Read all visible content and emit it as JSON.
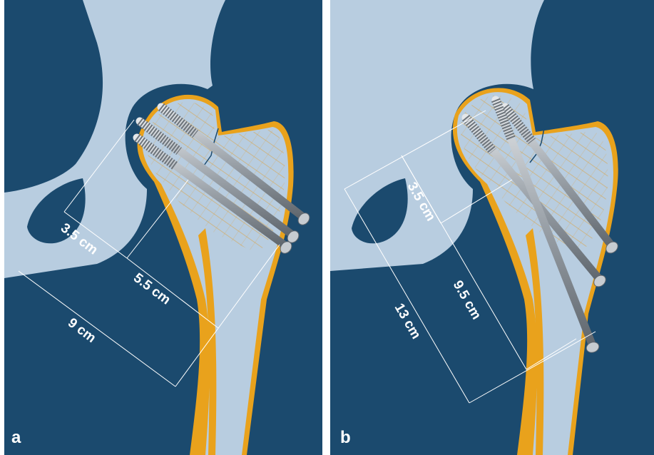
{
  "colors": {
    "background": "#1b4a6e",
    "bone": "#b8cde0",
    "cortex": "#e9a21c",
    "screw": "#9aa1a8",
    "dimension_line": "#ffffff"
  },
  "panel_a": {
    "letter": "a",
    "labels": {
      "d1": "3.5 cm",
      "d2": "5.5 cm",
      "d3": "9 cm"
    }
  },
  "panel_b": {
    "letter": "b",
    "labels": {
      "d1": "3.5 cm",
      "d2": "9.5 cm",
      "d3": "13 cm"
    }
  }
}
